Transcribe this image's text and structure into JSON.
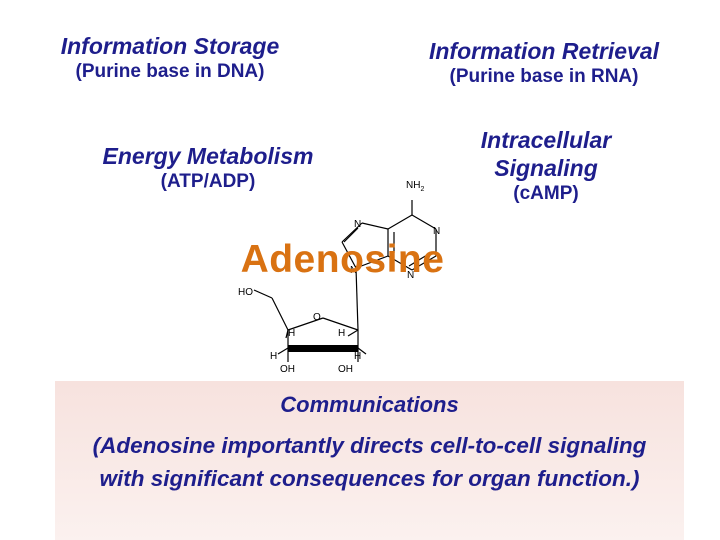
{
  "roles": {
    "storage": {
      "title": "Information Storage",
      "subtitle": "(Purine base in DNA)"
    },
    "retrieval": {
      "title": "Information Retrieval",
      "subtitle": "(Purine base in RNA)"
    },
    "energy": {
      "title": "Energy Metabolism",
      "subtitle": "(ATP/ADP)"
    },
    "signaling": {
      "title_line1": "Intracellular",
      "title_line2": "Signaling",
      "subtitle": "(cAMP)"
    }
  },
  "molecule": {
    "name": "Adenosine",
    "atoms": {
      "nh2": "NH",
      "nh2_sub": "2",
      "n": "N",
      "o": "O",
      "ho": "HO",
      "h": "H",
      "oh": "OH"
    }
  },
  "communications": {
    "title": "Communications",
    "body": "(Adenosine importantly directs cell-to-cell signaling with significant consequences for organ function.)"
  },
  "colors": {
    "heading": "#1e1e8c",
    "accent": "#d97212",
    "panel": "#f7e2de"
  }
}
